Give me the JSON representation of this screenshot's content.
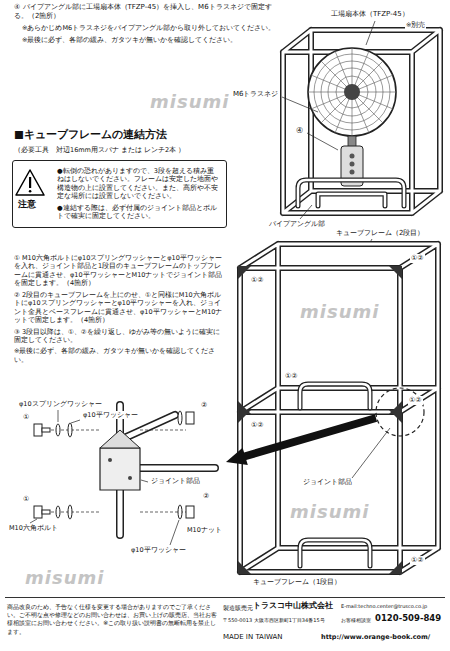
{
  "diagram": {
    "nodes": [
      {
        "text": [
          "注意",
          "●転倒の恐れがありますので、3段を超える積み重ねはしないでください。フレームは安定した地面や構造物の上に設置してください。また、高所や不安定な場所には設置しないでください。",
          "●連結する際は、必ず付属のジョイント部品とボルトで確実に固定してください。"
        ]
      },
      {
        "text": [
          "商品改良のため、予告なく仕様を変更する場合がありますのでご了承ください。ご不明な点や修理などのお問い合わせは、お買い上げの販売店、当社お客様相談室にお問い合わせください。※この取り扱い説明書の無断転用を禁止します。",
          "製造販売元",
          "トラスコ中山株式会社",
          "E-mail:techno.center@trusco.co.jp",
          "〒550-0013 大阪市西区新町1丁目34番15号",
          "お客様相談室",
          "0120-509-849",
          "MADE IN TAIWAN",
          "http://www.orange-book.com/"
        ]
      }
    ],
    "labels": [
      "④ パイプアングル部に工場扇本体（TFZP-45）を挿入し、M6トラスネジで固定する。（2箇所）",
      "※あらかじめM6トラスネジをパイプアングル部から取り外しておいてください。",
      "※最後に必ず、各部の緩み、ガタツキが無いかを確認してください。",
      "工場扇本体（TFZP-45）",
      "※別売",
      "M6トラスネジ",
      "④",
      "パイプアングル部",
      "■キューブフレームの連結方法",
      "（必要工具　対辺16mm用スパナ または レンチ2本 ）",
      "① M10六角ボルトにφ10スプリングワッシャーとφ10平ワッシャーを入れ、ジョイント部品と1段目のキューブフレームのトップフレームに貫通させ、φ10平ワッシャーとM10ナットでジョイント部品を固定します。（4箇所）",
      "② 2段目のキューブフレームを上にのせ、①と同様にM10六角ボルトにφ10スプリングワッシャーとφ10平ワッシャーを入れ、ジョイント金具とベースフレームに貫通させ、φ10平ワッシャーとM10ナットで固定します。（4箇所）",
      "③ 3段目以降は、①、②を繰り返し、ゆがみ等の無いように確実に固定してください。",
      "※最後に必ず、各部の緩み、ガタツキが無いかを確認してください。",
      "キューブフレーム（2段目）",
      "①②",
      "①②",
      "①②",
      "①②",
      "①②",
      "①②",
      "ジョイント部品",
      "キューブフレーム（1段目）",
      "φ10スプリングワッシャー",
      "φ10平ワッシャー",
      "M10六角ボルト",
      "ジョイント部品",
      "φ10平ワッシャー",
      "M10ナット",
      "①",
      "②",
      "①",
      "②",
      "misumi",
      "misumi",
      "misumi",
      "misumi"
    ]
  }
}
